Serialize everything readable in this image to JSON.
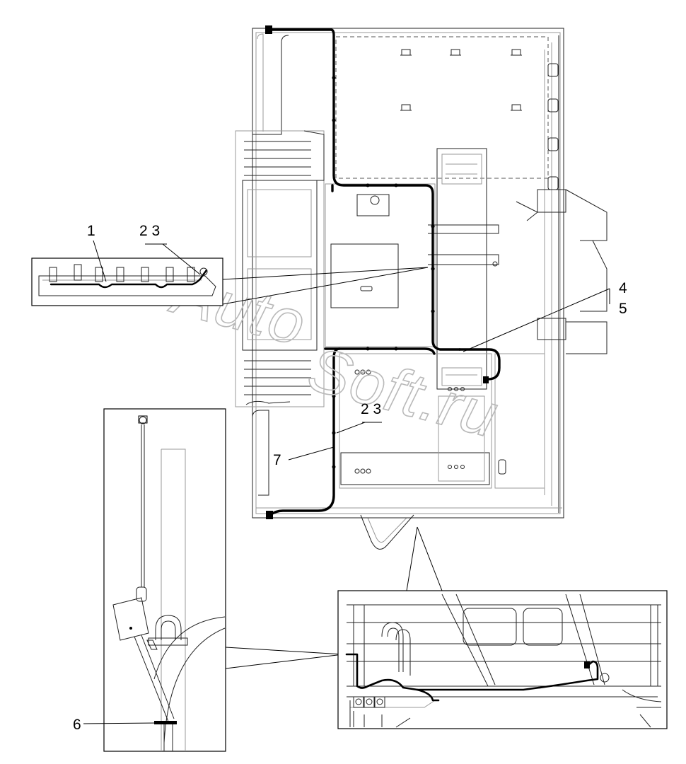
{
  "diagram": {
    "callouts": {
      "c1": "1",
      "c23_top": "2 3",
      "c4": "4",
      "c5": "5",
      "c23_mid": "2 3",
      "c7": "7",
      "c6": "6"
    },
    "watermark": {
      "line1": "Auto",
      "line2": "Soft.ru"
    }
  }
}
